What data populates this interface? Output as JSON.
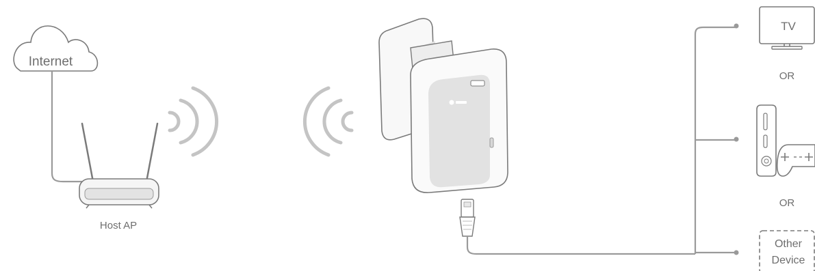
{
  "labels": {
    "internet": "Internet",
    "host_ap": "Host AP",
    "tv": "TV",
    "or_1": "OR",
    "or_2": "OR",
    "other_device_line1": "Other",
    "other_device_line2": "Device"
  },
  "colors": {
    "line": "#9a9a9a",
    "wave": "#c4c4c4",
    "device_outline": "#7a7a7a",
    "text": "#6e6e6e",
    "router_body": "#f5f5f5",
    "router_face": "#e3e3e3"
  },
  "icons": {
    "cloud": "cloud-icon",
    "router": "wireless-router-icon",
    "wifi_out": "wifi-signal-icon",
    "wifi_in": "wifi-signal-icon",
    "mini_router": "travel-router-icon",
    "ethernet": "ethernet-plug-icon",
    "tv": "tv-icon",
    "console": "game-console-icon",
    "gamepad": "gamepad-icon",
    "other": "other-device-icon"
  }
}
